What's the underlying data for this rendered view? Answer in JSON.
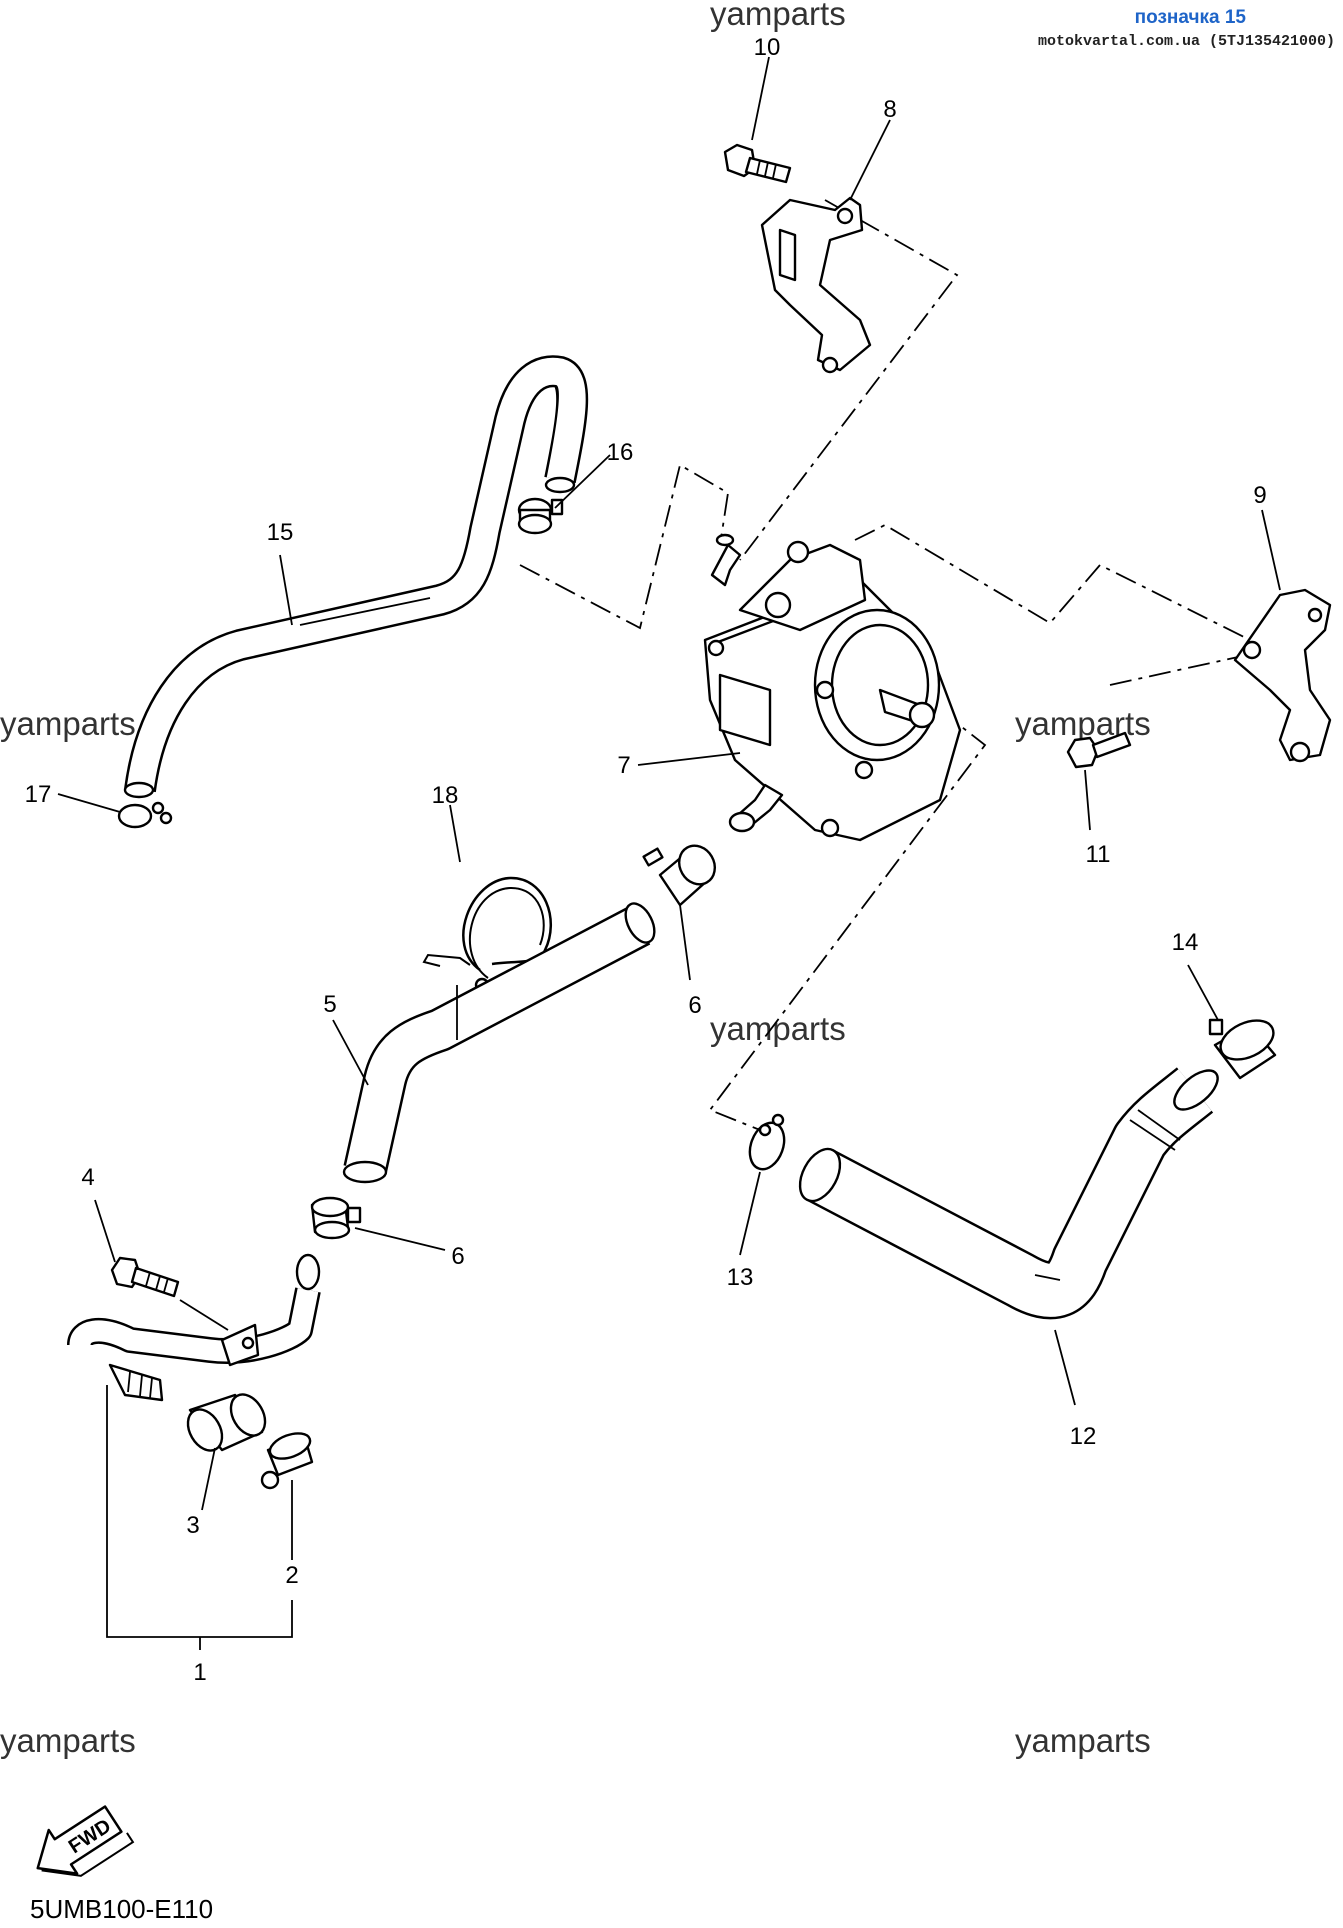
{
  "header": {
    "page_label": "позначка 15",
    "source": "motokvartal.com.ua (5TJ135421000)"
  },
  "watermark": "yamparts",
  "callouts": {
    "c1": "1",
    "c2": "2",
    "c3": "3",
    "c4": "4",
    "c5": "5",
    "c6a": "6",
    "c6b": "6",
    "c7": "7",
    "c8": "8",
    "c9": "9",
    "c10": "10",
    "c11": "11",
    "c12": "12",
    "c13": "13",
    "c14": "14",
    "c15": "15",
    "c16": "16",
    "c17": "17",
    "c18": "18"
  },
  "fwd_label": "FWD",
  "diagram_code": "5UMB100-E110",
  "parts": [
    {
      "ref": "1",
      "icon": "air-cut-valve-pipe-assy-icon"
    },
    {
      "ref": "2",
      "icon": "hose-clamp-icon"
    },
    {
      "ref": "3",
      "icon": "hose-joint-icon"
    },
    {
      "ref": "4",
      "icon": "bolt-icon"
    },
    {
      "ref": "5",
      "icon": "hose-icon"
    },
    {
      "ref": "6",
      "icon": "hose-clamp-icon"
    },
    {
      "ref": "7",
      "icon": "air-induction-valve-icon"
    },
    {
      "ref": "8",
      "icon": "bracket-icon"
    },
    {
      "ref": "9",
      "icon": "bracket-icon"
    },
    {
      "ref": "10",
      "icon": "bolt-icon"
    },
    {
      "ref": "11",
      "icon": "bolt-icon"
    },
    {
      "ref": "12",
      "icon": "hose-icon"
    },
    {
      "ref": "13",
      "icon": "clip-icon"
    },
    {
      "ref": "14",
      "icon": "hose-clamp-icon"
    },
    {
      "ref": "15",
      "icon": "hose-icon"
    },
    {
      "ref": "16",
      "icon": "hose-clamp-icon"
    },
    {
      "ref": "17",
      "icon": "clip-icon"
    },
    {
      "ref": "18",
      "icon": "wire-clamp-icon"
    }
  ]
}
